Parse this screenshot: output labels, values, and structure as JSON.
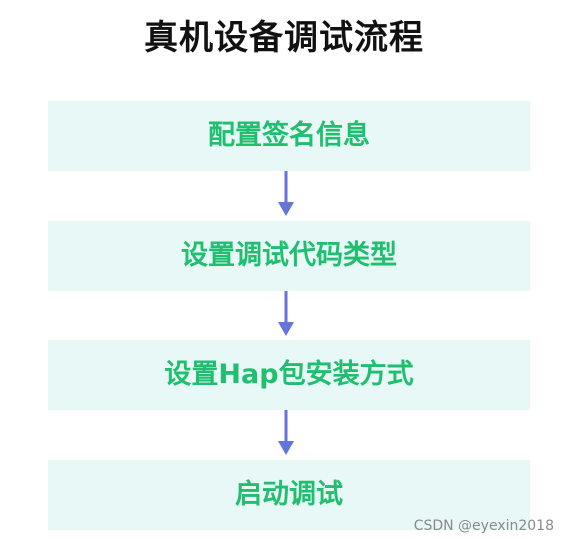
{
  "title": "真机设备调试流程",
  "steps": [
    {
      "label": "配置签名信息"
    },
    {
      "label": "设置调试代码类型"
    },
    {
      "label": "设置Hap包安装方式"
    },
    {
      "label": "启动调试"
    }
  ],
  "colors": {
    "title": "#111111",
    "step_text": "#1fbf6f",
    "step_bg": "#e8f8f7",
    "arrow": "#6474d8",
    "watermark": "#8a8a8a"
  },
  "watermark": "CSDN @eyexin2018"
}
